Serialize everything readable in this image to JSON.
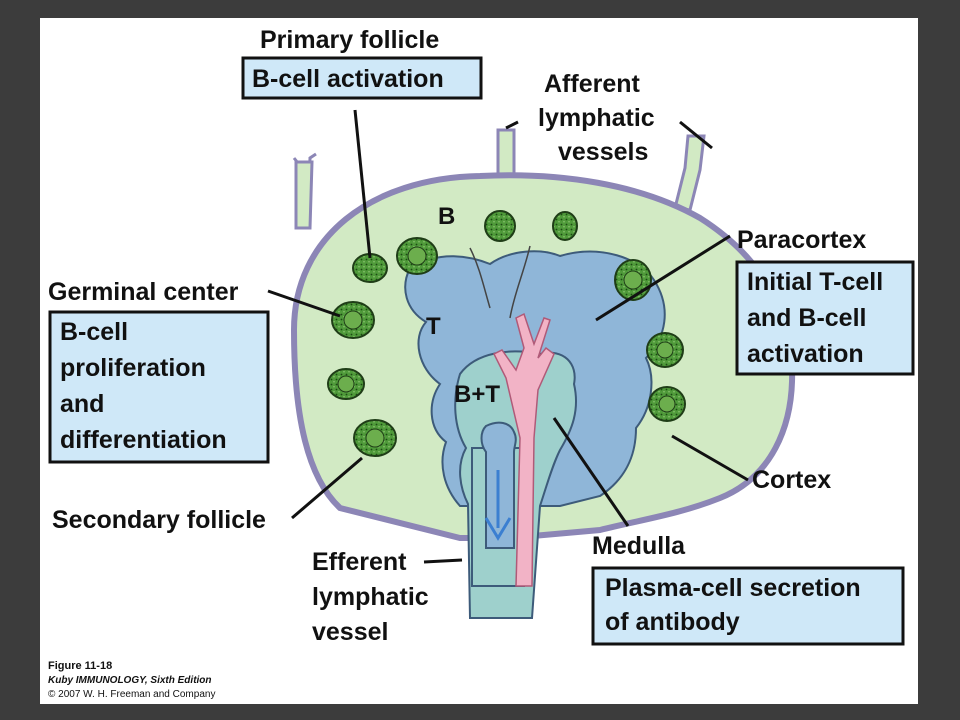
{
  "figure": {
    "labels": {
      "primary_follicle": "Primary follicle",
      "afferent_1": "Afferent",
      "afferent_2": "lymphatic",
      "afferent_3": "vessels",
      "paracortex": "Paracortex",
      "germinal_center": "Germinal center",
      "cortex": "Cortex",
      "secondary_follicle": "Secondary follicle",
      "efferent_1": "Efferent",
      "efferent_2": "lymphatic",
      "efferent_3": "vessel",
      "medulla": "Medulla"
    },
    "zones": {
      "b": "B",
      "t": "T",
      "bt": "B+T"
    },
    "boxes": {
      "primary": [
        "B-cell activation"
      ],
      "paracortex": [
        "Initial T-cell",
        "and B-cell",
        "activation"
      ],
      "germinal": [
        "B-cell",
        "proliferation",
        "and",
        "differentiation"
      ],
      "medulla": [
        "Plasma-cell secretion",
        "of antibody"
      ]
    },
    "colors": {
      "background": "#3c3c3c",
      "cortex_fill": "#d2eac4",
      "capsule": "#8c86b6",
      "paracortex_fill": "#8fb6d8",
      "medulla_fill": "#9ed0cc",
      "vessel_pink": "#f2b3c6",
      "follicle_fill": "#4f9a3a",
      "box_fill": "#cfe8f8",
      "arrow": "#3b7fd1"
    }
  },
  "caption": {
    "title": "Figure 11-18",
    "subtitle": "Kuby IMMUNOLOGY, Sixth Edition",
    "copyright": "© 2007 W. H. Freeman and Company"
  }
}
